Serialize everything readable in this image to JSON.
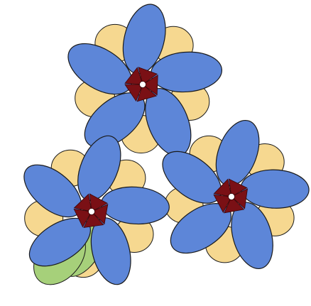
{
  "diagram": {
    "kind": "protein-complex-illustration",
    "labels": [],
    "colors": {
      "background": "#ffffff",
      "subunit_blue": "#5d86d8",
      "subunit_yellow": "#f6d890",
      "core_maroon": "#7a1015",
      "accessory_green": "#a6d07a",
      "outline": "#1a1a1a"
    },
    "clusters": [
      {
        "name": "top-complex",
        "blue_subunits": 5,
        "yellow_subunits": 5,
        "core_segments": 5
      },
      {
        "name": "left-complex",
        "blue_subunits": 5,
        "yellow_subunits": 5,
        "core_segments": 5
      },
      {
        "name": "right-complex",
        "blue_subunits": 5,
        "yellow_subunits": 5,
        "core_segments": 5
      }
    ],
    "accessory": {
      "name": "green-accessory",
      "lobes": 2
    }
  }
}
